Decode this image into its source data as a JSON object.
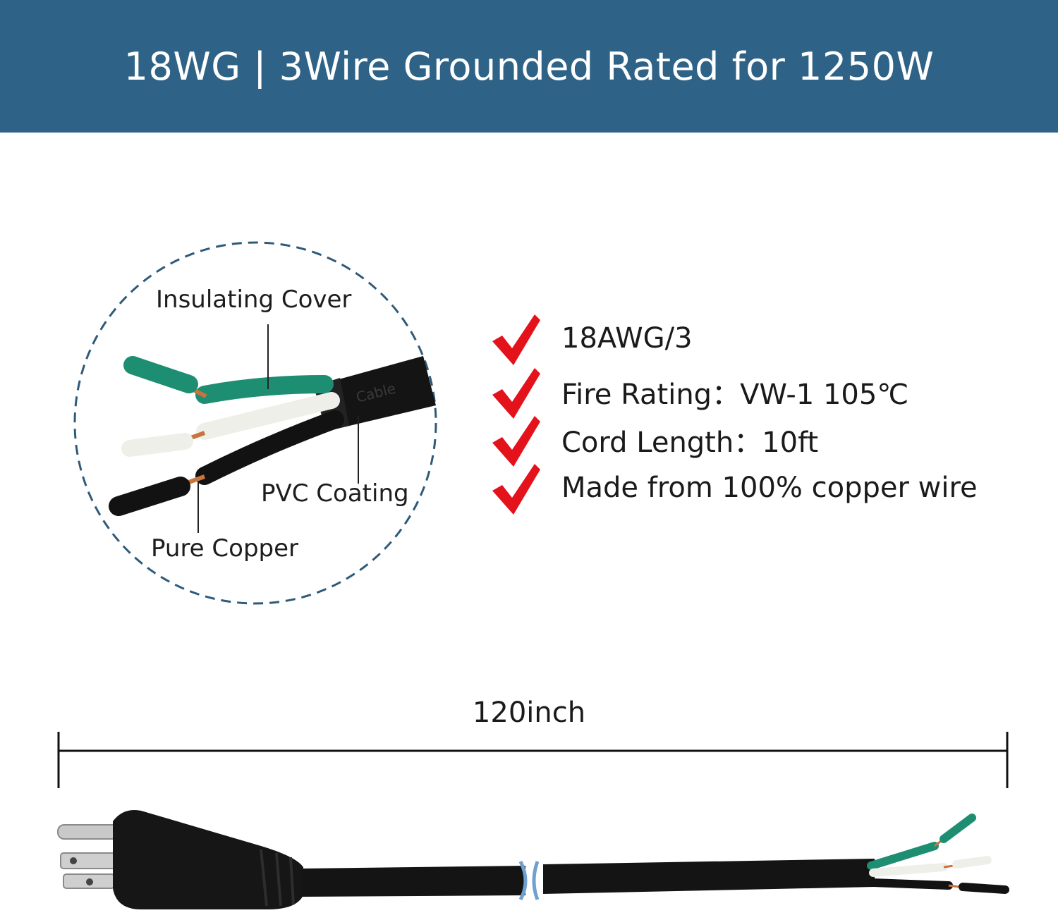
{
  "header": {
    "title": "18WG | 3Wire Grounded Rated for 1250W",
    "background_color": "#2e6286"
  },
  "detail_callouts": {
    "insulating_cover": "Insulating Cover",
    "pvc_coating": "PVC Coating",
    "pure_copper": "Pure Copper",
    "jacket_print": "Cable"
  },
  "features": {
    "icon": "red-check-icon",
    "items": [
      "18AWG/3",
      "Fire Rating：VW-1 105℃",
      "Cord Length：10ft",
      "Made from 100% copper wire"
    ]
  },
  "dimension": {
    "label": "120inch"
  },
  "colors": {
    "wire_green": "#1e8e72",
    "wire_white": "#efefea",
    "wire_black": "#121212",
    "copper": "#c9733e",
    "check_red": "#e3121b",
    "dashed_circle": "#2e5a7a"
  }
}
